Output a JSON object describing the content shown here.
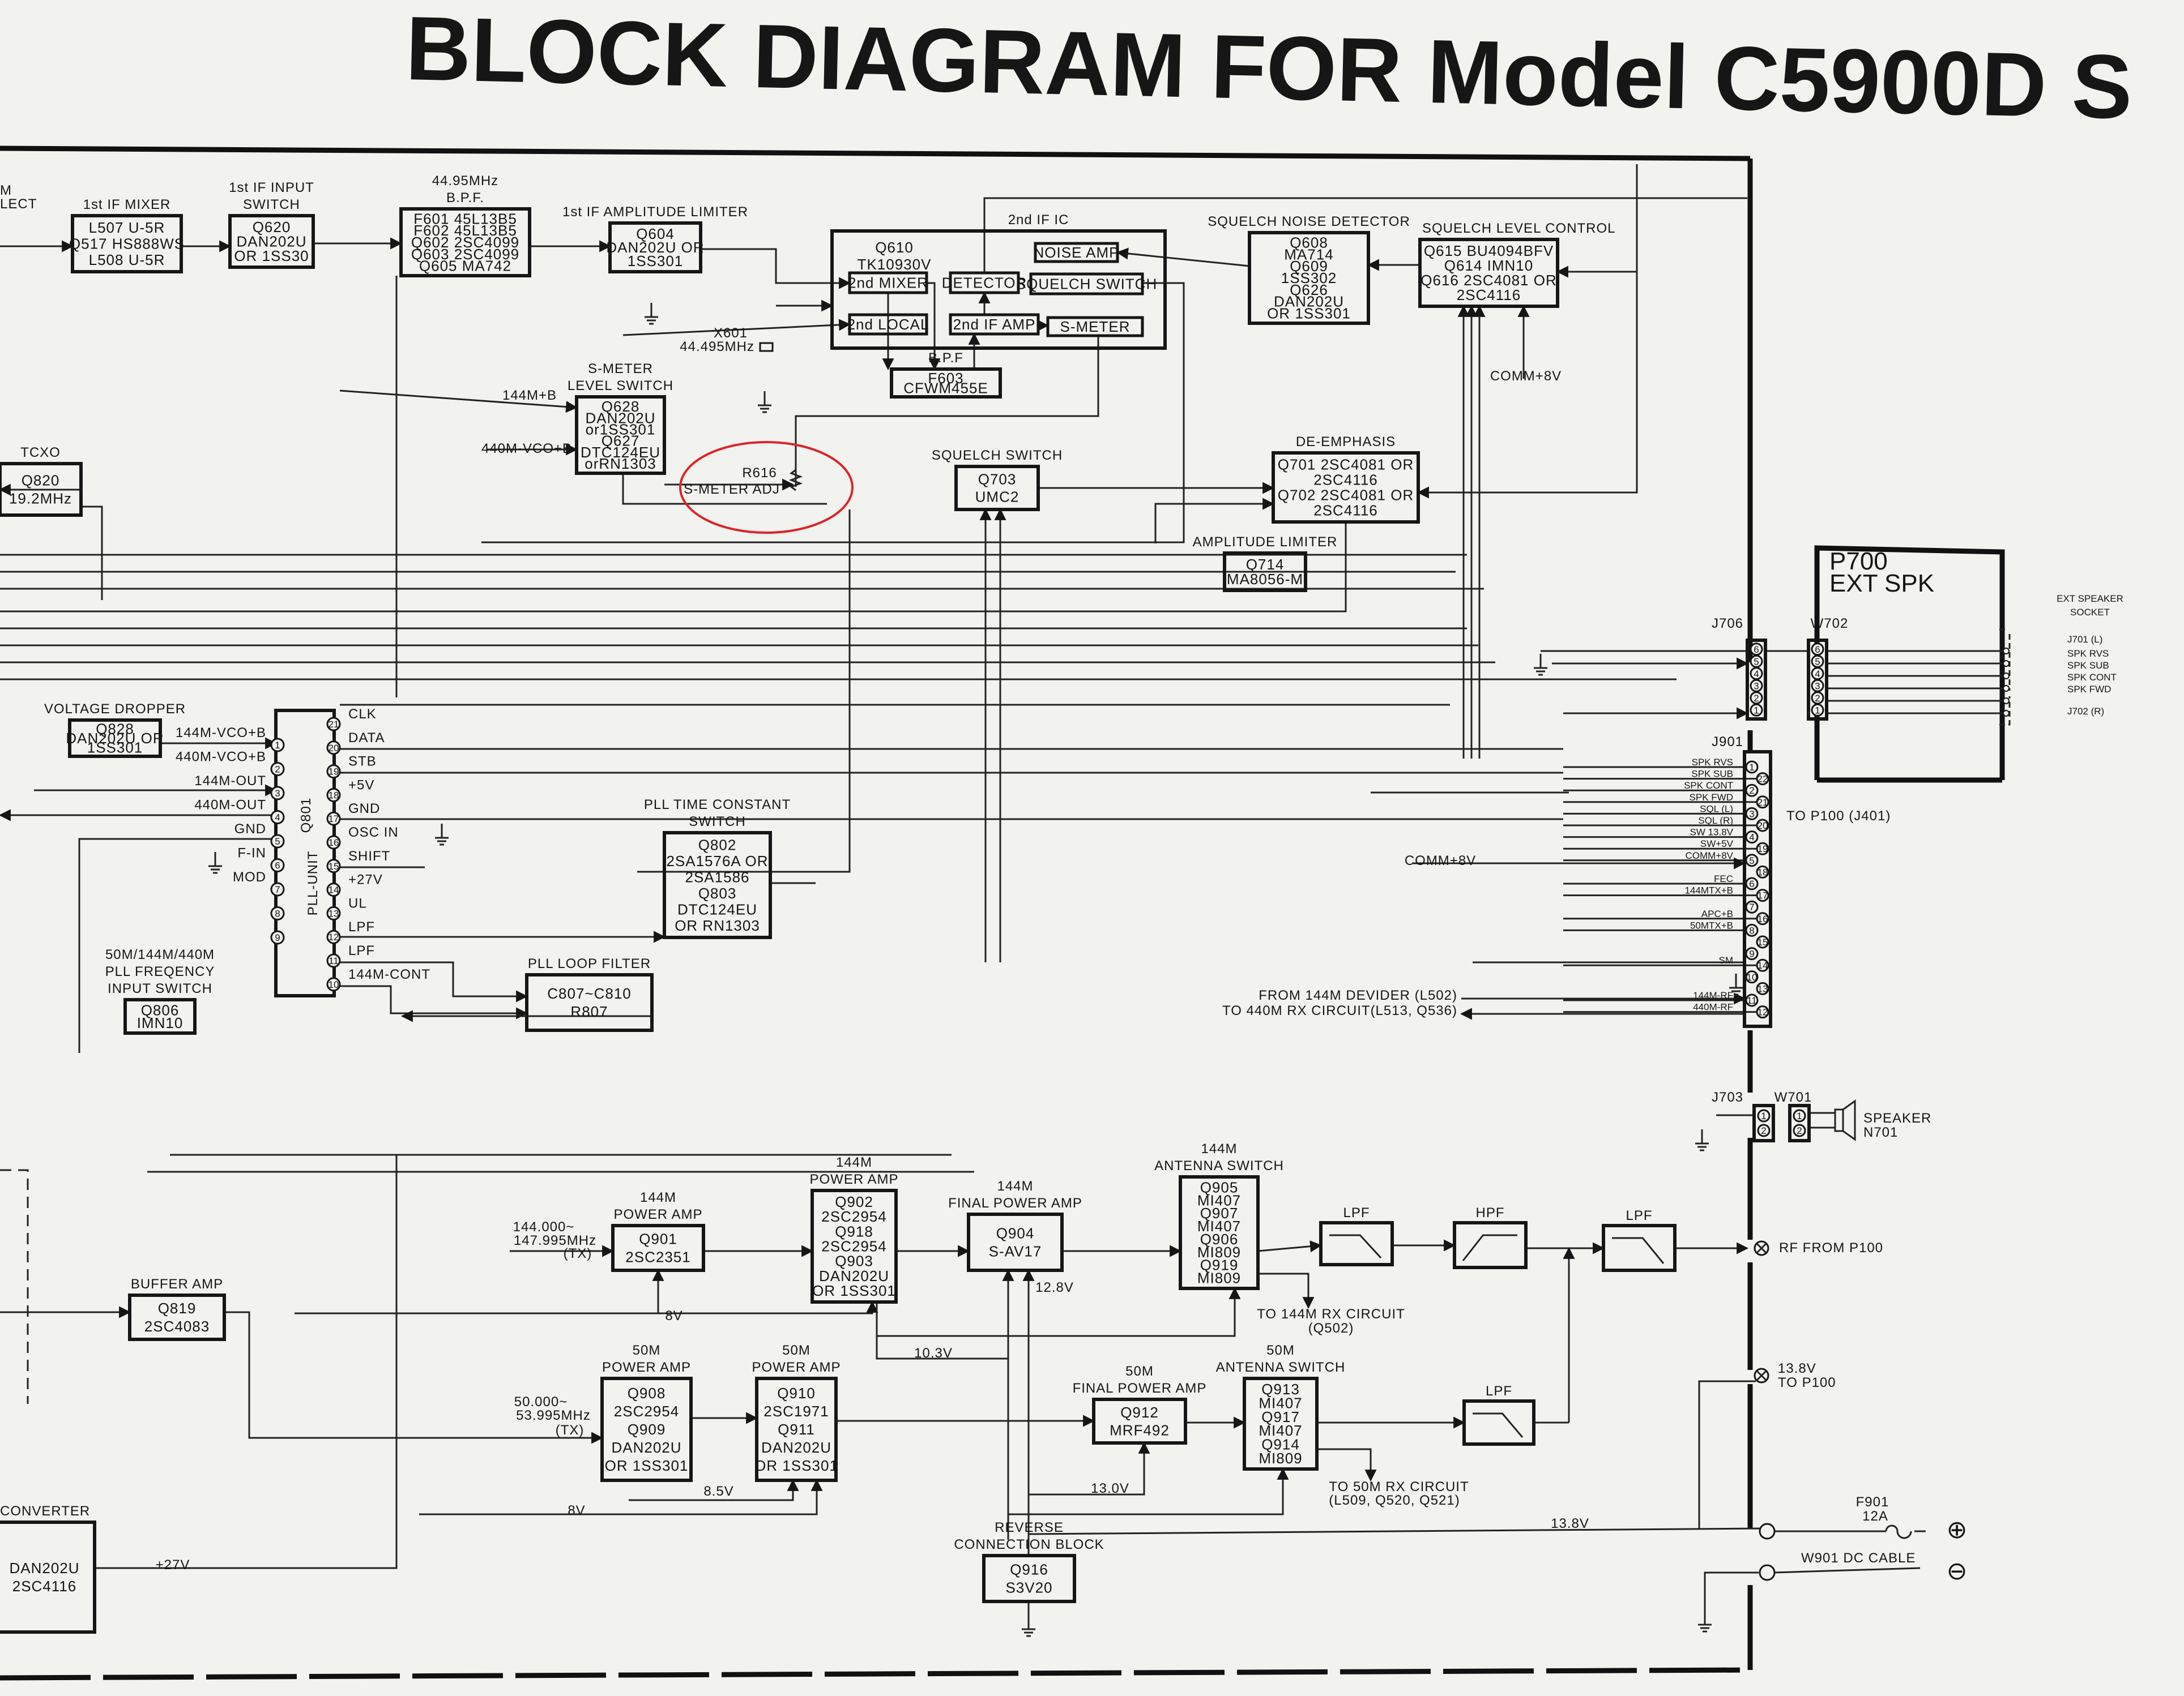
{
  "title": "BLOCK DIAGRAM FOR Model C5900D S",
  "blocks": [
    {
      "id": "if_mixer",
      "label": [
        "1st IF MIXER"
      ],
      "body": [
        "L507  U-5R",
        "Q517  HS888WS",
        "L508  U-5R"
      ]
    },
    {
      "id": "if_input_switch",
      "label": [
        "1st IF INPUT",
        "SWITCH"
      ],
      "body": [
        "Q620",
        "DAN202U",
        "OR 1SS30"
      ]
    },
    {
      "id": "bpf_4495",
      "label": [
        "44.95MHz",
        "B.P.F."
      ],
      "body": [
        "F601 45L13B5",
        "F602 45L13B5",
        "Q602 2SC4099",
        "Q603 2SC4099",
        "Q605 MA742"
      ]
    },
    {
      "id": "if_amp_limiter",
      "label": [
        "1st IF AMPLITUDE LIMITER"
      ],
      "body": [
        "Q604",
        "DAN202U OR",
        "1SS301"
      ]
    },
    {
      "id": "second_if_ic",
      "label": [
        "2nd IF IC"
      ],
      "body": [
        "Q610",
        "TK10930V"
      ]
    },
    {
      "id": "f603",
      "label": [
        "B.P.F"
      ],
      "body": [
        "F603",
        "CFWM455E"
      ]
    },
    {
      "id": "sq_noise_det",
      "label": [
        "SQUELCH NOISE DETECTOR"
      ],
      "body": [
        "Q608",
        "MA714",
        "Q609",
        "1SS302",
        "Q626",
        "DAN202U",
        "OR 1SS301"
      ]
    },
    {
      "id": "sq_level_ctrl",
      "label": [
        "SQUELCH LEVEL CONTROL"
      ],
      "body": [
        "Q615  BU4094BFV",
        "Q614  IMN10",
        "Q616  2SC4081 OR",
        "2SC4116"
      ]
    },
    {
      "id": "smeter_level_sw",
      "label": [
        "S-METER",
        "LEVEL SWITCH"
      ],
      "body": [
        "Q628",
        "DAN202U",
        "or1SS301",
        "Q627",
        "DTC124EU",
        "orRN1303"
      ]
    },
    {
      "id": "tcxo",
      "label": [
        "TCXO"
      ],
      "body": [
        "Q820",
        "19.2MHz"
      ]
    },
    {
      "id": "sq_switch",
      "label": [
        "SQUELCH SWITCH"
      ],
      "body": [
        "Q703",
        "UMC2"
      ]
    },
    {
      "id": "de_emphasis",
      "label": [
        "DE-EMPHASIS"
      ],
      "body": [
        "Q701  2SC4081 OR",
        "2SC4116",
        "Q702  2SC4081 OR",
        "2SC4116"
      ]
    },
    {
      "id": "amp_limiter",
      "label": [
        "AMPLITUDE LIMITER"
      ],
      "body": [
        "Q714",
        "MA8056-M"
      ]
    },
    {
      "id": "voltage_dropper",
      "label": [
        "VOLTAGE DROPPER"
      ],
      "body": [
        "Q828",
        "DAN202U OR",
        "1SS301"
      ]
    },
    {
      "id": "pll_tc_switch",
      "label": [
        "PLL TIME CONSTANT",
        "SWITCH"
      ],
      "body": [
        "Q802",
        "2SA1576A OR",
        "2SA1586",
        "Q803",
        "DTC124EU",
        "OR RN1303"
      ]
    },
    {
      "id": "pll_loop_filter",
      "label": [
        "PLL LOOP FILTER"
      ],
      "body": [
        "C807~C810",
        "R807"
      ]
    },
    {
      "id": "pll_freq_switch",
      "label": [
        "50M/144M/440M",
        "PLL FREQENCY",
        "INPUT SWITCH"
      ],
      "body": [
        "Q806",
        "IMN10"
      ]
    },
    {
      "id": "buffer_amp",
      "label": [
        "BUFFER AMP"
      ],
      "body": [
        "Q819",
        "2SC4083"
      ]
    },
    {
      "id": "converter",
      "label": [
        "CONVERTER"
      ],
      "body": [
        "DAN202U",
        "2SC4116"
      ]
    },
    {
      "id": "pa144_1",
      "label": [
        "144M",
        "POWER AMP"
      ],
      "body": [
        "Q901",
        "2SC2351"
      ]
    },
    {
      "id": "pa144_2",
      "label": [
        "144M",
        "POWER AMP"
      ],
      "body": [
        "Q902",
        "2SC2954",
        "Q918",
        "2SC2954",
        "Q903",
        "DAN202U",
        "OR 1SS301"
      ]
    },
    {
      "id": "final144",
      "label": [
        "144M",
        "FINAL POWER AMP"
      ],
      "body": [
        "Q904",
        "S-AV17"
      ]
    },
    {
      "id": "ant144",
      "label": [
        "144M",
        "ANTENNA SWITCH"
      ],
      "body": [
        "Q905",
        "MI407",
        "Q907",
        "MI407",
        "Q906",
        "MI809",
        "Q919",
        "MI809"
      ]
    },
    {
      "id": "pa50_1",
      "label": [
        "50M",
        "POWER AMP"
      ],
      "body": [
        "Q908",
        "2SC2954",
        "Q909",
        "DAN202U",
        "OR 1SS301"
      ]
    },
    {
      "id": "pa50_2",
      "label": [
        "50M",
        "POWER AMP"
      ],
      "body": [
        "Q910",
        "2SC1971",
        "Q911",
        "DAN202U",
        "OR 1SS301"
      ]
    },
    {
      "id": "final50",
      "label": [
        "50M",
        "FINAL POWER AMP"
      ],
      "body": [
        "Q912",
        "MRF492"
      ]
    },
    {
      "id": "ant50",
      "label": [
        "50M",
        "ANTENNA SWITCH"
      ],
      "body": [
        "Q913",
        "MI407",
        "Q917",
        "MI407",
        "Q914",
        "MI809"
      ]
    },
    {
      "id": "reverse_block",
      "label": [
        "REVERSE",
        "CONNECTION BLOCK"
      ],
      "body": [
        "Q916",
        "S3V20"
      ]
    }
  ],
  "sub_blocks": [
    {
      "id": "mixer2",
      "text": "2nd MIXER"
    },
    {
      "id": "local2",
      "text": "2nd LOCAL"
    },
    {
      "id": "detector",
      "text": "DETECTOR"
    },
    {
      "id": "noise_amp",
      "text": "NOISE AMP"
    },
    {
      "id": "squelch_sw_ic",
      "text": "SQUELCH SWITCH"
    },
    {
      "id": "if_amp2",
      "text": "2nd IF AMP"
    },
    {
      "id": "smeter",
      "text": "S-METER"
    }
  ],
  "filters": [
    {
      "id": "lpf1",
      "type": "LPF"
    },
    {
      "id": "hpf",
      "type": "HPF"
    },
    {
      "id": "lpf2",
      "type": "LPF"
    },
    {
      "id": "lpf50",
      "type": "LPF"
    }
  ],
  "pll_unit": {
    "name": "Q801",
    "title": "PLL-UNIT",
    "left_pins": [
      {
        "num": "1",
        "label": "144M-VCO+B"
      },
      {
        "num": "2",
        "label": "440M-VCO+B"
      },
      {
        "num": "3",
        "label": "144M-OUT"
      },
      {
        "num": "4",
        "label": "440M-OUT"
      },
      {
        "num": "5",
        "label": "GND"
      },
      {
        "num": "6",
        "label": "F-IN"
      },
      {
        "num": "7",
        "label": "MOD"
      },
      {
        "num": "8",
        "label": ""
      },
      {
        "num": "9",
        "label": ""
      }
    ],
    "right_pins": [
      {
        "num": "21",
        "label": "CLK"
      },
      {
        "num": "20",
        "label": "DATA"
      },
      {
        "num": "19",
        "label": "STB"
      },
      {
        "num": "18",
        "label": "+5V"
      },
      {
        "num": "17",
        "label": "GND"
      },
      {
        "num": "16",
        "label": "OSC IN"
      },
      {
        "num": "15",
        "label": "SHIFT"
      },
      {
        "num": "14",
        "label": "+27V"
      },
      {
        "num": "13",
        "label": "UL"
      },
      {
        "num": "12",
        "label": "LPF"
      },
      {
        "num": "11",
        "label": "LPF"
      },
      {
        "num": "10",
        "label": "144M-CONT"
      }
    ]
  },
  "j901": {
    "name": "J901",
    "to": "TO P100 (J401)",
    "pins": [
      {
        "num": "1",
        "label": "SPK RVS"
      },
      {
        "num": "22",
        "label": "SPK SUB"
      },
      {
        "num": "2",
        "label": "SPK CONT"
      },
      {
        "num": "21",
        "label": "SPK FWD"
      },
      {
        "num": "3",
        "label": "SQL (L)"
      },
      {
        "num": "20",
        "label": "SQL (R)"
      },
      {
        "num": "4",
        "label": "SW 13.8V"
      },
      {
        "num": "19",
        "label": "SW+5V"
      },
      {
        "num": "5",
        "label": "COMM+8V"
      },
      {
        "num": "18",
        "label": ""
      },
      {
        "num": "6",
        "label": "FEC"
      },
      {
        "num": "17",
        "label": "144MTX+B"
      },
      {
        "num": "7",
        "label": ""
      },
      {
        "num": "16",
        "label": "APC+B"
      },
      {
        "num": "8",
        "label": "50MTX+B"
      },
      {
        "num": "15",
        "label": ""
      },
      {
        "num": "9",
        "label": ""
      },
      {
        "num": "14",
        "label": "SM"
      },
      {
        "num": "10",
        "label": ""
      },
      {
        "num": "13",
        "label": ""
      },
      {
        "num": "11",
        "label": "144M-RF"
      },
      {
        "num": "12",
        "label": "440M-RF"
      }
    ]
  },
  "connectors": {
    "j706": {
      "name": "J706",
      "pins": [
        "6",
        "5",
        "4",
        "3",
        "2",
        "1"
      ]
    },
    "w702": {
      "name": "W702",
      "pins": [
        "6",
        "5",
        "4",
        "3",
        "2",
        "1"
      ]
    },
    "j703": {
      "name": "J703",
      "pins": [
        "1",
        "2"
      ]
    },
    "w701": {
      "name": "W701",
      "pins": [
        "1",
        "2"
      ]
    }
  },
  "ext_speaker": {
    "p700": "P700",
    "ext_spk": "EXT SPK",
    "socket_label": [
      "EXT SPEAKER",
      "SOCKET"
    ],
    "j701": "J701 (L)",
    "contacts": [
      "SPK RVS",
      "SPK SUB",
      "SPK CONT",
      "SPK FWD"
    ],
    "j702": "J702 (R)"
  },
  "labels": [
    {
      "id": "topleft1",
      "text": "M"
    },
    {
      "id": "topleft2",
      "text": "LECT"
    },
    {
      "id": "net_144mb",
      "text": "144M+B"
    },
    {
      "id": "net_440vco",
      "text": "440M·VCO+B"
    },
    {
      "id": "comm8v_top",
      "text": "COMM+8V"
    },
    {
      "id": "x601",
      "text": "X601"
    },
    {
      "id": "x601f",
      "text": "44.495MHz"
    },
    {
      "id": "r616",
      "text": "R616"
    },
    {
      "id": "r616adj",
      "text": "S-METER ADJ"
    },
    {
      "id": "tx144a",
      "text": "144.000~"
    },
    {
      "id": "tx144b",
      "text": "147.995MHz"
    },
    {
      "id": "tx144c",
      "text": "(TX)"
    },
    {
      "id": "tx50a",
      "text": "50.000~"
    },
    {
      "id": "tx50b",
      "text": "53.995MHz"
    },
    {
      "id": "tx50c",
      "text": "(TX)"
    },
    {
      "id": "v8a",
      "text": "8V"
    },
    {
      "id": "v103",
      "text": "10.3V"
    },
    {
      "id": "v128",
      "text": "12.8V"
    },
    {
      "id": "v85",
      "text": "8.5V"
    },
    {
      "id": "v8b",
      "text": "8V"
    },
    {
      "id": "v130",
      "text": "13.0V"
    },
    {
      "id": "v138",
      "text": "13.8V"
    },
    {
      "id": "v27",
      "text": "+27V"
    },
    {
      "id": "rx144a",
      "text": "TO 144M RX CIRCUIT"
    },
    {
      "id": "rx144b",
      "text": "(Q502)"
    },
    {
      "id": "rx50a",
      "text": "TO 50M RX CIRCUIT"
    },
    {
      "id": "rx50b",
      "text": "(L509, Q520, Q521)"
    },
    {
      "id": "from144",
      "text": "FROM 144M DEVIDER (L502)"
    },
    {
      "id": "to440",
      "text": "TO 440M RX CIRCUIT(L513, Q536)"
    },
    {
      "id": "comm8v_mid",
      "text": "COMM+8V"
    },
    {
      "id": "rf_from",
      "text": "RF  FROM P100"
    },
    {
      "id": "to_p100a",
      "text": "13.8V"
    },
    {
      "id": "to_p100b",
      "text": "TO P100"
    },
    {
      "id": "f901",
      "text": "F901"
    },
    {
      "id": "f901a",
      "text": "12A"
    },
    {
      "id": "w901",
      "text": "W901  DC CABLE"
    },
    {
      "id": "plus",
      "text": "⊕"
    },
    {
      "id": "minus",
      "text": "⊖"
    },
    {
      "id": "speaker",
      "text": "SPEAKER"
    },
    {
      "id": "n701",
      "text": "N701"
    }
  ],
  "colors": {
    "ink": "#161616",
    "paper": "#f2f2ef",
    "annotation": "#d9262c"
  }
}
